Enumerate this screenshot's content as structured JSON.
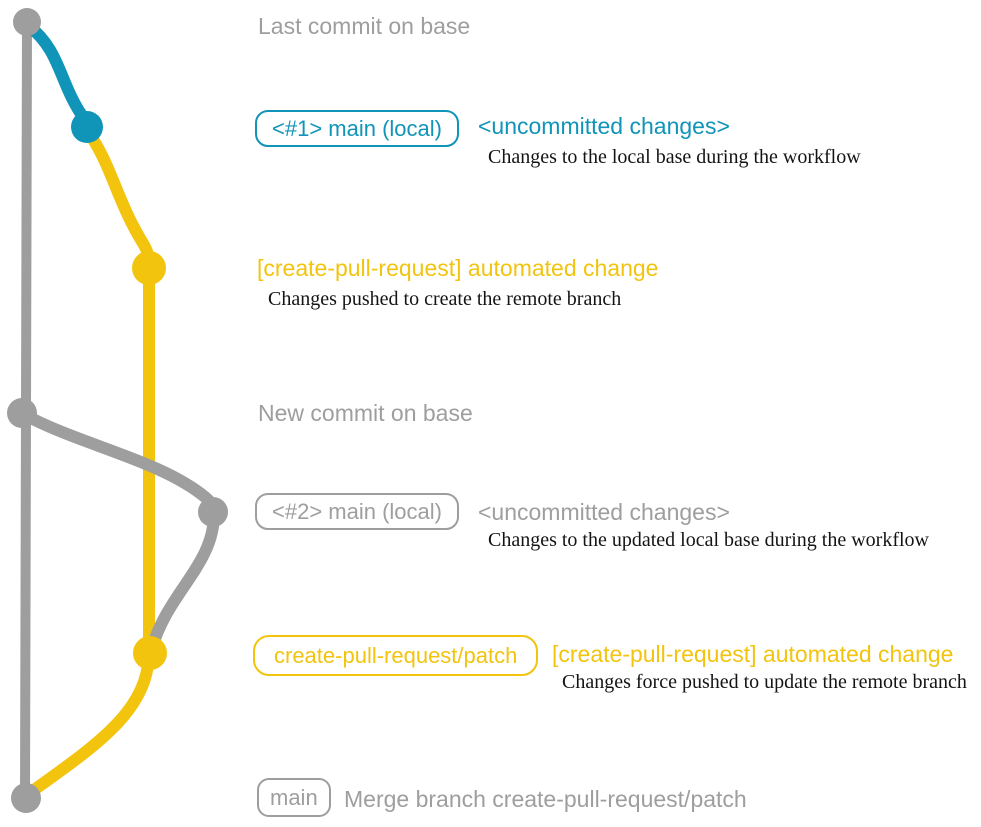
{
  "colors": {
    "gray": "#9e9e9e",
    "teal": "#1094b8",
    "yellow": "#f2c40e",
    "caption": "#141414"
  },
  "graph": {
    "commits": [
      {
        "name": "last-commit-on-base",
        "color": "gray"
      },
      {
        "name": "local-main-1",
        "color": "teal"
      },
      {
        "name": "automated-change-1",
        "color": "yellow"
      },
      {
        "name": "new-commit-on-base",
        "color": "gray"
      },
      {
        "name": "local-main-2",
        "color": "gray"
      },
      {
        "name": "automated-change-2",
        "color": "yellow"
      },
      {
        "name": "merge-commit",
        "color": "gray"
      }
    ]
  },
  "annotations": {
    "last_commit": "Last commit on base",
    "local1": {
      "branch_label": "<#1> main (local)",
      "status": "<uncommitted changes>",
      "caption": "Changes to the local base during the workflow"
    },
    "push1": {
      "title": "[create-pull-request] automated change",
      "caption": "Changes pushed to create the remote branch"
    },
    "new_commit": "New commit on base",
    "local2": {
      "branch_label": "<#2> main (local)",
      "status": "<uncommitted changes>",
      "caption": "Changes to the updated local base during the workflow"
    },
    "push2": {
      "branch_label": "create-pull-request/patch",
      "title": "[create-pull-request] automated change",
      "caption": "Changes force pushed to update the remote branch"
    },
    "merge": {
      "branch_label": "main",
      "title": "Merge branch create-pull-request/patch"
    }
  }
}
